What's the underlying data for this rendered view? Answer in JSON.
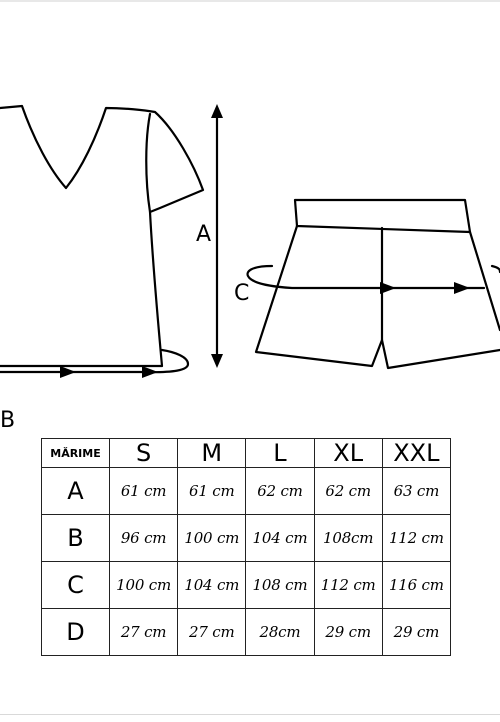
{
  "labels": {
    "a": "A",
    "b": "B",
    "c": "C"
  },
  "table": {
    "corner": "MĂRIME",
    "sizes": [
      "S",
      "M",
      "L",
      "XL",
      "XXL"
    ],
    "rows": [
      {
        "name": "A",
        "values": [
          "61 cm",
          "61 cm",
          "62 cm",
          "62 cm",
          "63 cm"
        ]
      },
      {
        "name": "B",
        "values": [
          "96 cm",
          "100 cm",
          "104 cm",
          "108cm",
          "112 cm"
        ]
      },
      {
        "name": "C",
        "values": [
          "100 cm",
          "104 cm",
          "108 cm",
          "112 cm",
          "116 cm"
        ]
      },
      {
        "name": "D",
        "values": [
          "27 cm",
          "27 cm",
          "28cm",
          "29 cm",
          "29 cm"
        ]
      }
    ]
  },
  "icons": {
    "shirt": "tshirt-icon",
    "shorts": "shorts-icon"
  }
}
